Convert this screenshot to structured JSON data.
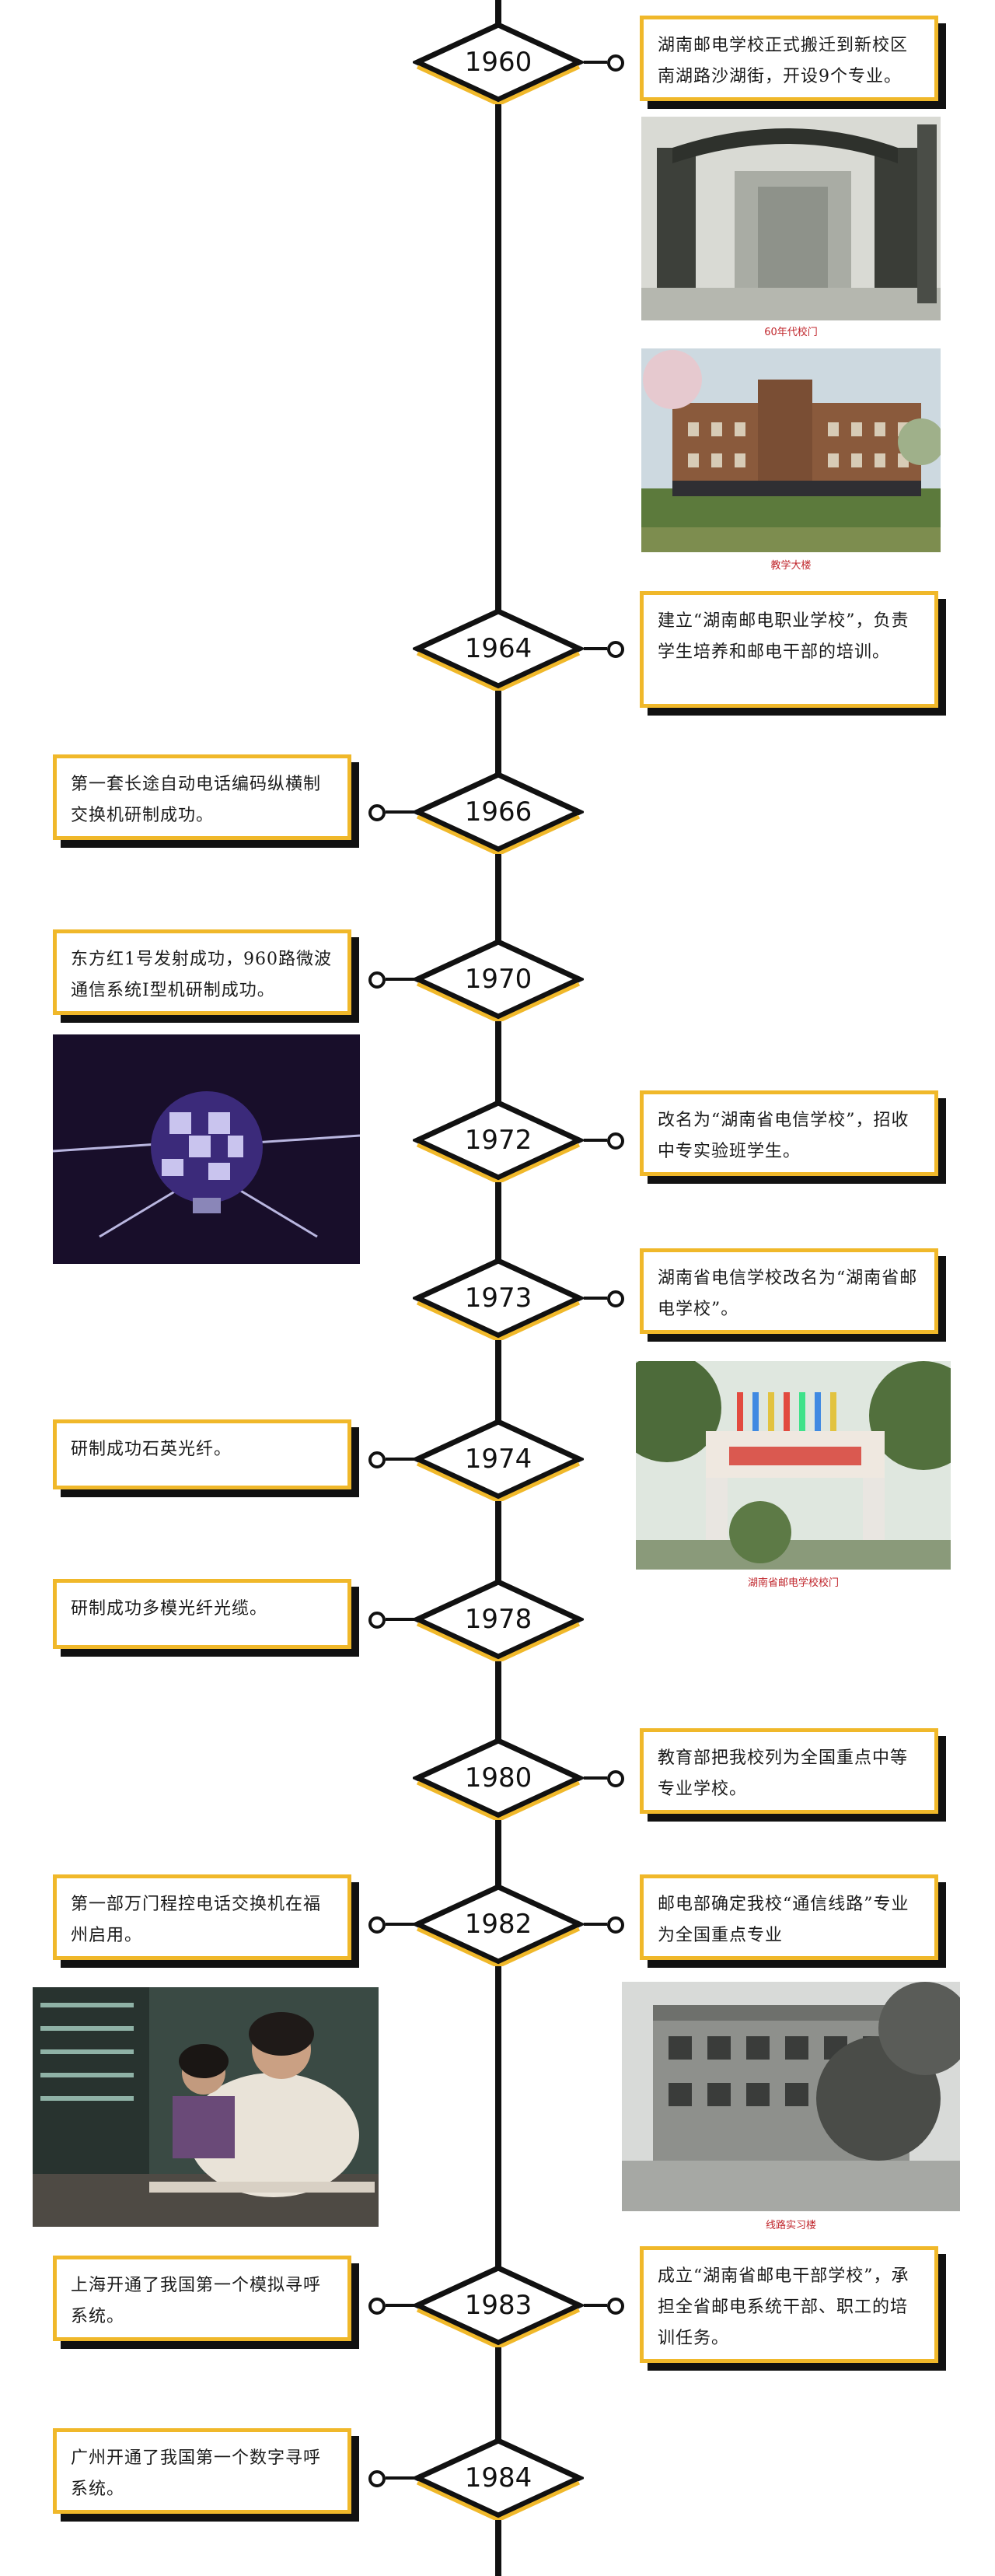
{
  "timeline": [
    {
      "year": "1960",
      "text": "湖南邮电学校正式搬迁到新校区南湖路沙湖街，开设9个专业。"
    },
    {
      "year": "1964",
      "text": "建立“湖南邮电职业学校”，负责学生培养和邮电干部的培训。"
    },
    {
      "year": "1966",
      "text": "第一套长途自动电话编码纵横制交换机研制成功。"
    },
    {
      "year": "1970",
      "text": "东方红1号发射成功，960路微波通信系统Ⅰ型机研制成功。"
    },
    {
      "year": "1972",
      "text": "改名为“湖南省电信学校”，招收中专实验班学生。"
    },
    {
      "year": "1973",
      "text": "湖南省电信学校改名为“湖南省邮电学校”。"
    },
    {
      "year": "1974",
      "text": "研制成功石英光纤。"
    },
    {
      "year": "1978",
      "text": "研制成功多模光纤光缆。"
    },
    {
      "year": "1980",
      "text": "教育部把我校列为全国重点中等专业学校。"
    },
    {
      "year": "1982",
      "text_left": "第一部万门程控电话交换机在福州启用。",
      "text_right": "邮电部确定我校“通信线路”专业为全国重点专业"
    },
    {
      "year": "1983",
      "text_left": "上海开通了我国第一个模拟寻呼系统。",
      "text_right": "成立“湖南省邮电干部学校”，承担全省邮电系统干部、职工的培训任务。"
    },
    {
      "year": "1984",
      "text": "广州开通了我国第一个数字寻呼系统。"
    }
  ],
  "captions": {
    "gate_60s": "60年代校门",
    "teaching_building": "教学大楼",
    "school_gate": "湖南省邮电学校校门",
    "line_practice": "线路实习楼"
  },
  "colors": {
    "accent": "#f0b82a",
    "ink": "#111111",
    "caption": "#c0262c"
  }
}
